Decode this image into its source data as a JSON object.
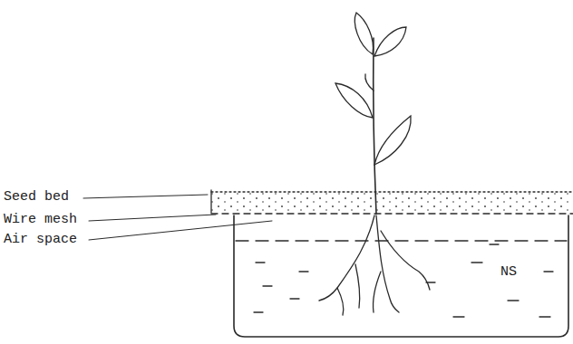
{
  "diagram": {
    "labels": [
      "Seed bed",
      "Wire mesh",
      "Air space",
      "NS"
    ]
  }
}
